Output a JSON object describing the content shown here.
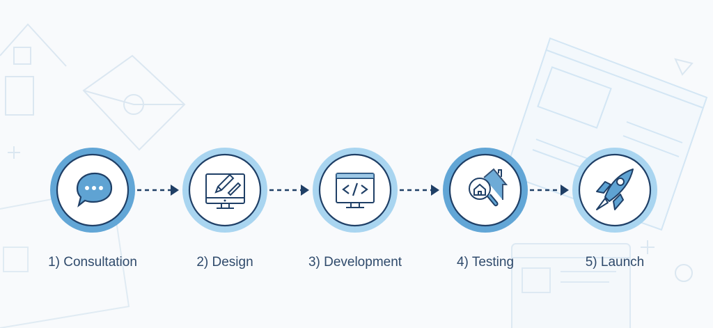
{
  "steps": [
    {
      "label": "1) Consultation",
      "icon": "chat-bubble-icon",
      "ring": "#62a6d6"
    },
    {
      "label": "2) Design",
      "icon": "monitor-pencil-icon",
      "ring": "#a9d5f0"
    },
    {
      "label": "3) Development",
      "icon": "code-monitor-icon",
      "ring": "#a9d5f0"
    },
    {
      "label": "4) Testing",
      "icon": "magnifier-house-icon",
      "ring": "#62a6d6"
    },
    {
      "label": "5) Launch",
      "icon": "rocket-icon",
      "ring": "#a9d5f0"
    }
  ],
  "colors": {
    "stroke": "#1f3f66",
    "accent": "#5fa3d3",
    "background": "#f8fafc"
  }
}
